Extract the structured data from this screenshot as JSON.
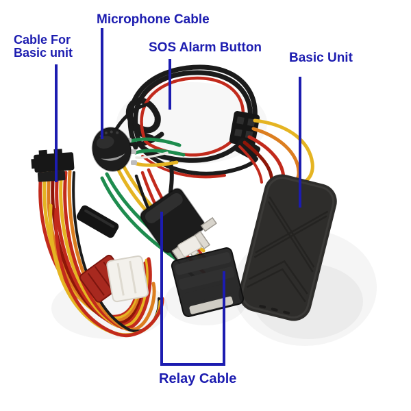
{
  "labels": {
    "cable_for_line1": "Cable For",
    "cable_for_line2": "Basic unit",
    "microphone_cable": "Microphone Cable",
    "sos_alarm_button": "SOS Alarm Button",
    "basic_unit": "Basic Unit",
    "relay_cable": "Relay Cable"
  },
  "colors": {
    "annotation_blue": "#1C1CB0",
    "background": "#FFFFFF",
    "wire_red": "#C22A1C",
    "wire_yellow": "#E5B422",
    "wire_orange": "#DC7E20",
    "wire_green": "#1E8C4E",
    "wire_dark_red": "#8E1608",
    "cable_black": "#1B1B1B",
    "device_body": "#2E2D2B",
    "connector_red": "#A8291F",
    "connector_white": "#F3F1EC",
    "metal_terminal": "#DEDAD2"
  },
  "components": [
    "wiring-harness",
    "microphone",
    "sos-alarm-cable",
    "four-pin-connector",
    "relay",
    "relay-socket",
    "basic-unit-device",
    "red-connector",
    "white-connector"
  ]
}
